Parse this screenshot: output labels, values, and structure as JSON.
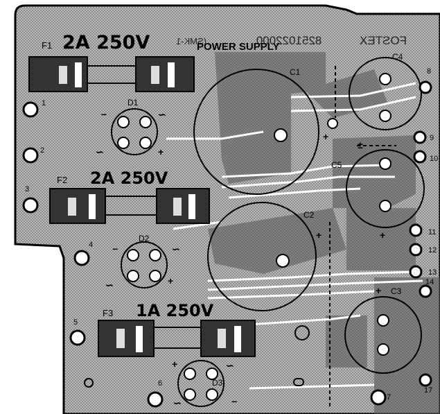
{
  "header": {
    "brand_mirrored": "FOSTEX",
    "part_number_mirrored": "8251022000",
    "board_code_mirrored": "(SMK-1",
    "title": "POWER SUPPLY"
  },
  "fuses": [
    {
      "ref": "F1",
      "rating": "2A 250V"
    },
    {
      "ref": "F2",
      "rating": "2A 250V"
    },
    {
      "ref": "F3",
      "rating": "1A 250V"
    }
  ],
  "diodes": [
    {
      "ref": "D1"
    },
    {
      "ref": "D2"
    },
    {
      "ref": "D3"
    }
  ],
  "capacitors": [
    {
      "ref": "C1"
    },
    {
      "ref": "C2"
    },
    {
      "ref": "C3"
    },
    {
      "ref": "C4"
    },
    {
      "ref": "C5"
    }
  ],
  "terminals": [
    "1",
    "2",
    "3",
    "4",
    "5",
    "6",
    "7",
    "8",
    "9",
    "10",
    "11",
    "12",
    "13",
    "14",
    "17"
  ],
  "polarity": {
    "plus": "+",
    "minus": "−",
    "ac": "∽",
    "plus_minus": "±"
  }
}
